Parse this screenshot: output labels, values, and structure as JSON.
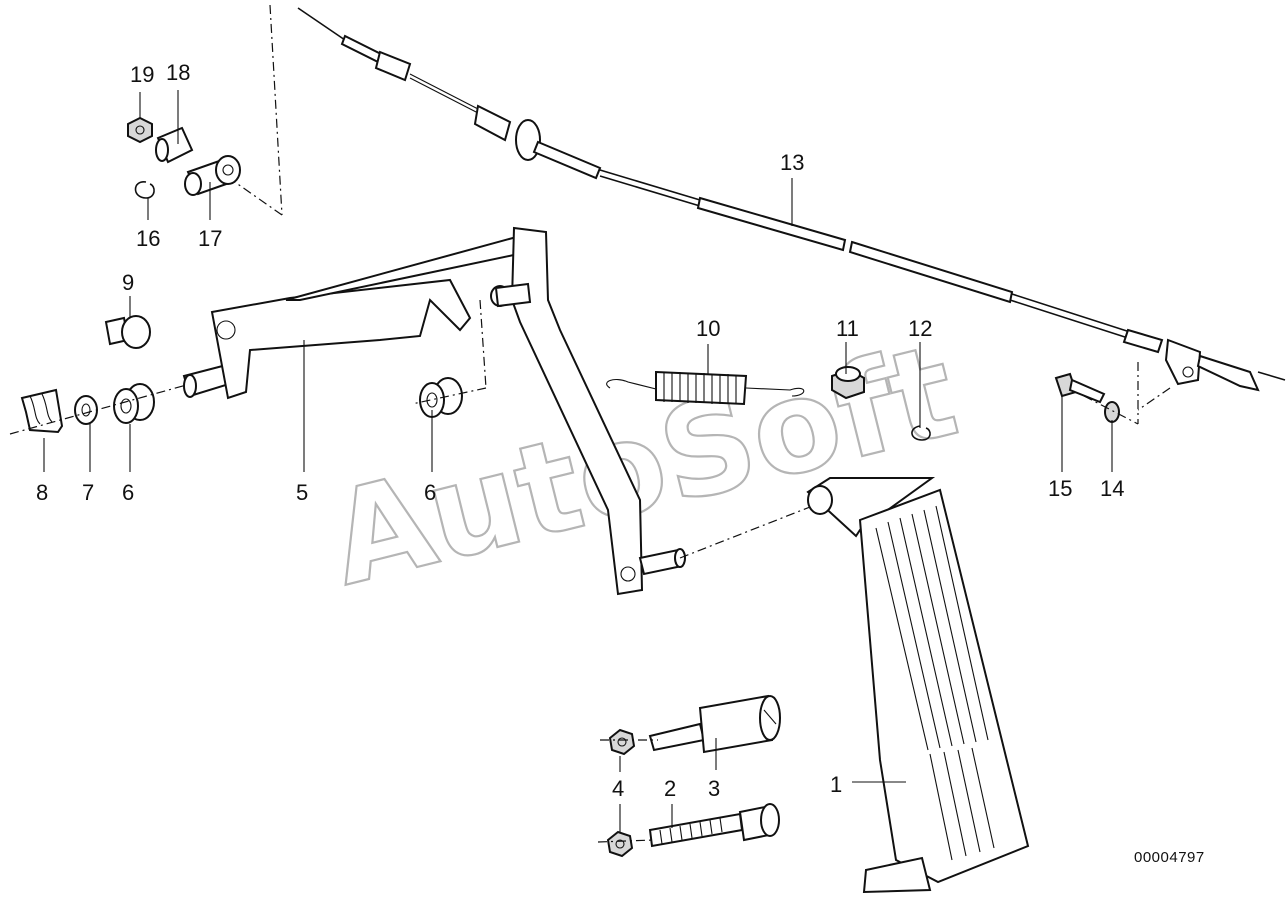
{
  "diagram": {
    "reference_number": "00004797",
    "watermark": "AutoSoft",
    "callouts": {
      "c1": "1",
      "c2": "2",
      "c3": "3",
      "c4": "4",
      "c5": "5",
      "c6a": "6",
      "c6b": "6",
      "c7": "7",
      "c8": "8",
      "c9": "9",
      "c10": "10",
      "c11": "11",
      "c12": "12",
      "c13": "13",
      "c14": "14",
      "c15": "15",
      "c16": "16",
      "c17": "17",
      "c18": "18",
      "c19": "19"
    }
  }
}
